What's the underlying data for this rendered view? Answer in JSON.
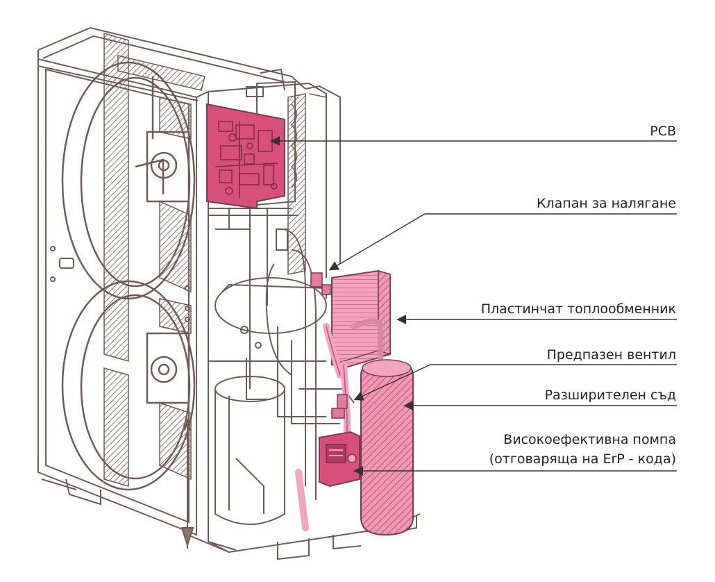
{
  "colors": {
    "outline": "#6e5a52",
    "hatch": "#8a7770",
    "pink": "#d94f7c",
    "pink_light": "#f1a6bf",
    "leader": "#333333"
  },
  "labels": {
    "pcb": "PCB",
    "pressure_valve": "Клапан за налягане",
    "plate_exchanger": "Пластинчат топлообменник",
    "safety_valve": "Предпазен вентил",
    "expansion_vessel": "Разширителен съд",
    "pump_line1": "Високоефективна помпа",
    "pump_line2": "(отговаряща на ErP - кода)"
  }
}
